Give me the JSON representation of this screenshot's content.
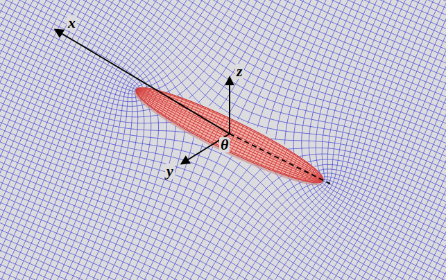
{
  "diagram": {
    "labels": [
      "x",
      "z",
      "θ",
      "y"
    ]
  }
}
